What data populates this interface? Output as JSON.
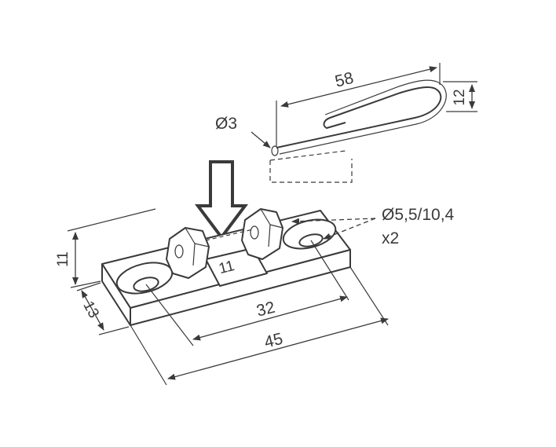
{
  "drawing": {
    "dimensions": {
      "pin_length": "58",
      "pin_height": "12",
      "pin_diameter": "Ø3",
      "hole_spec_line1": "Ø5,5/10,4",
      "hole_spec_line2": "x2",
      "base_height": "11",
      "base_depth": "13",
      "hole_spacing": "32",
      "base_length": "45",
      "slot_width": "11"
    }
  }
}
